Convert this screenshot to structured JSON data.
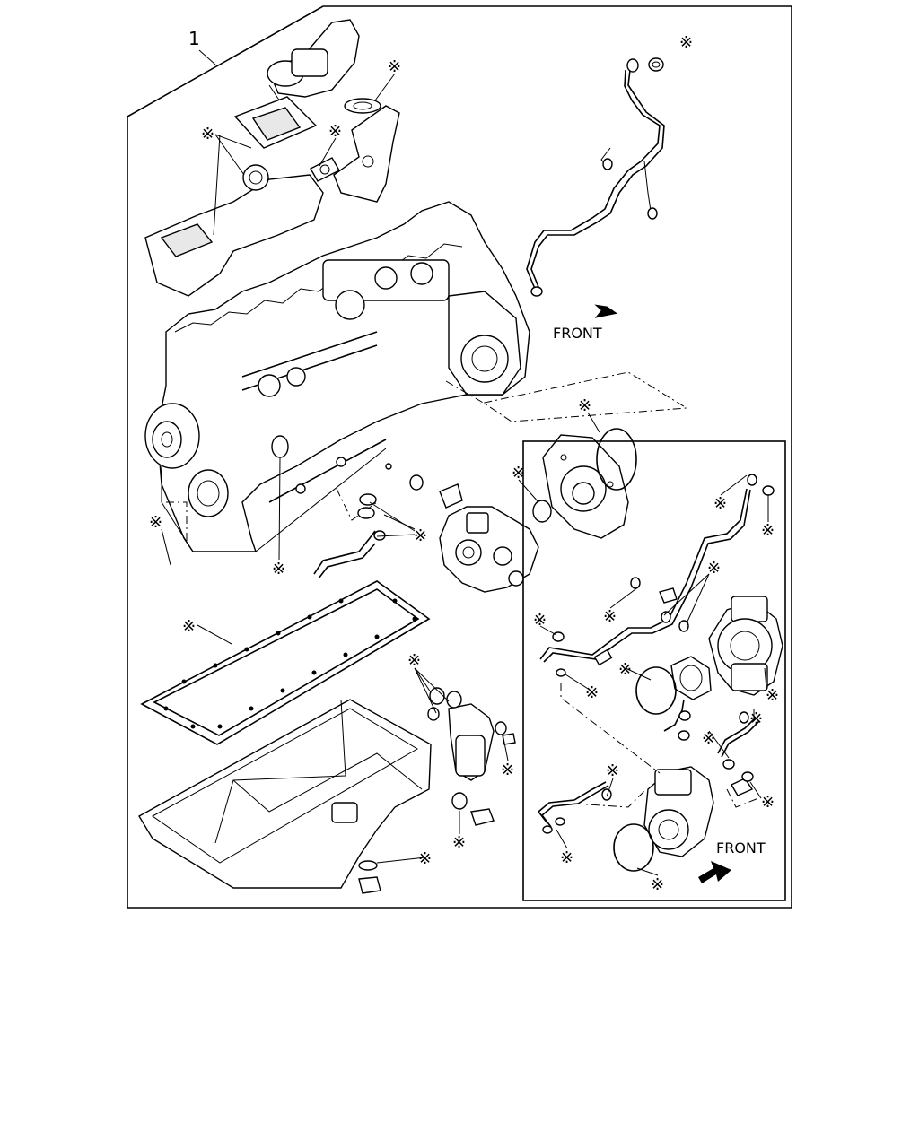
{
  "diagram": {
    "callout_main": "1",
    "callout_asterisk": "※",
    "front_label_upper": "FRONT",
    "front_label_inset": "FRONT"
  }
}
